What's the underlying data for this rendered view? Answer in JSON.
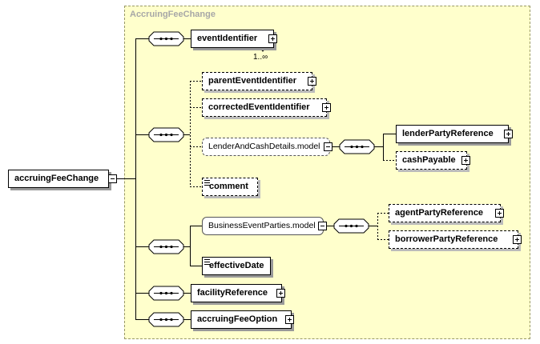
{
  "diagram": {
    "group_title": "AccruingFeeChange",
    "root": {
      "label": "accruingFeeChange"
    },
    "elements": {
      "eventIdentifier": "eventIdentifier",
      "eventIdentifierCardinality": "1..∞",
      "parentEventIdentifier": "parentEventIdentifier",
      "correctedEventIdentifier": "correctedEventIdentifier",
      "lenderAndCashDetailsModel": "LenderAndCashDetails.model",
      "lenderPartyReference": "lenderPartyReference",
      "cashPayable": "cashPayable",
      "comment": "comment",
      "businessEventPartiesModel": "BusinessEventParties.model",
      "agentPartyReference": "agentPartyReference",
      "borrowerPartyReference": "borrowerPartyReference",
      "effectiveDate": "effectiveDate",
      "facilityReference": "facilityReference",
      "accruingFeeOption": "accruingFeeOption"
    }
  }
}
